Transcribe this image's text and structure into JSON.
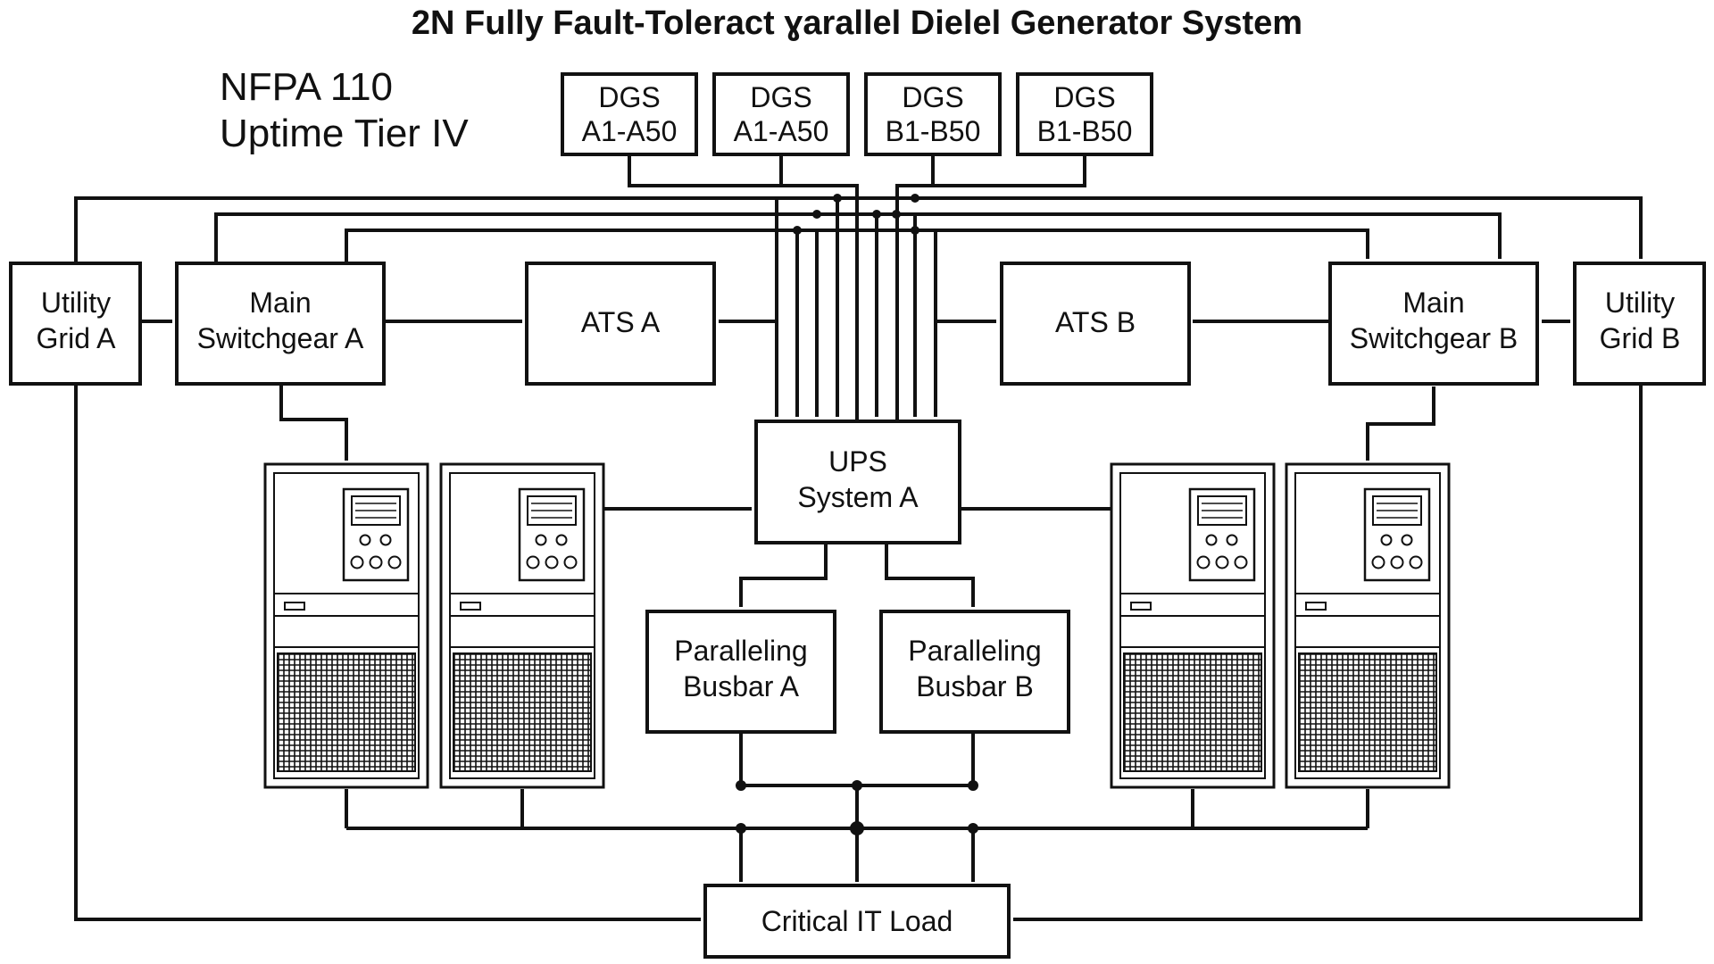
{
  "title": "2N Fully Fault-Toleract ɣarallel Dielel Generator System",
  "standards": [
    "NFPA 110",
    "Uptime Tier IV"
  ],
  "generator_groups": [
    {
      "line1": "DGS",
      "line2": "A1-A50"
    },
    {
      "line1": "DGS",
      "line2": "A1-A50"
    },
    {
      "line1": "DGS",
      "line2": "B1-B50"
    },
    {
      "line1": "DGS",
      "line2": "B1-B50"
    }
  ],
  "utility_grid_a": {
    "line1": "Utility",
    "line2": "Grid A"
  },
  "utility_grid_b": {
    "line1": "Utility",
    "line2": "Grid B"
  },
  "main_switchgear_a": {
    "line1": "Main",
    "line2": "Switchgear A"
  },
  "main_switchgear_b": {
    "line1": "Main",
    "line2": "Switchgear B"
  },
  "ats_a": "ATS A",
  "ats_b": "ATS B",
  "ups_system_a": {
    "line1": "UPS",
    "line2": "System A"
  },
  "paralleling_busbar_a": {
    "line1": "Paralleling",
    "line2": "Busbar A"
  },
  "paralleling_busbar_b": {
    "line1": "Paralleling",
    "line2": "Busbar B"
  },
  "critical_it_load": "Critical IT Load",
  "icons": {
    "ups_cabinet": "ups-cabinet-icon",
    "arrowhead": "arrowhead-icon",
    "junction": "junction-dot-icon"
  },
  "colors": {
    "line": "#111111",
    "background": "#ffffff"
  }
}
